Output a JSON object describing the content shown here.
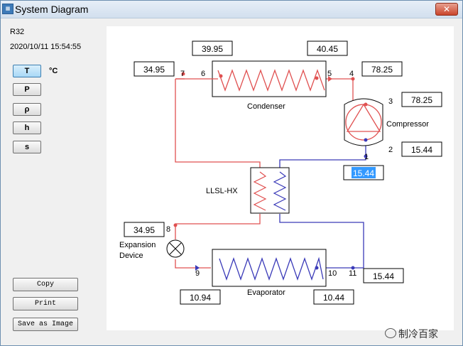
{
  "window": {
    "title": "System Diagram",
    "close_symbol": "✕"
  },
  "info": {
    "refrigerant": "R32",
    "timestamp": "2020/10/11 15:54:55"
  },
  "property_buttons": [
    {
      "label": "T",
      "active": true
    },
    {
      "label": "P",
      "active": false
    },
    {
      "label": "ρ",
      "active": false
    },
    {
      "label": "h",
      "active": false
    },
    {
      "label": "s",
      "active": false
    }
  ],
  "unit": "°C",
  "actions": {
    "copy": "Copy",
    "print": "Print",
    "save": "Save as Image"
  },
  "diagram": {
    "components": {
      "condenser": "Condenser",
      "compressor": "Compressor",
      "llsl_hx": "LLSL-HX",
      "expansion_device_1": "Expansion",
      "expansion_device_2": "Device",
      "evaporator": "Evaporator"
    },
    "state_points": [
      "1",
      "2",
      "3",
      "4",
      "5",
      "6",
      "7",
      "8",
      "9",
      "10",
      "11"
    ],
    "values": {
      "cond_left": "39.95",
      "cond_right": "40.45",
      "pt7": "34.95",
      "pt4": "78.25",
      "pt3": "78.25",
      "pt2": "15.44",
      "pt1": "15.44",
      "pt8": "34.95",
      "pt11": "15.44",
      "evap_left": "10.94",
      "evap_right": "10.44"
    },
    "colors": {
      "hot_line": "#e05050",
      "cold_line": "#3a3ab8",
      "selected_bg": "#3399ff"
    }
  },
  "watermark": "制冷百家"
}
